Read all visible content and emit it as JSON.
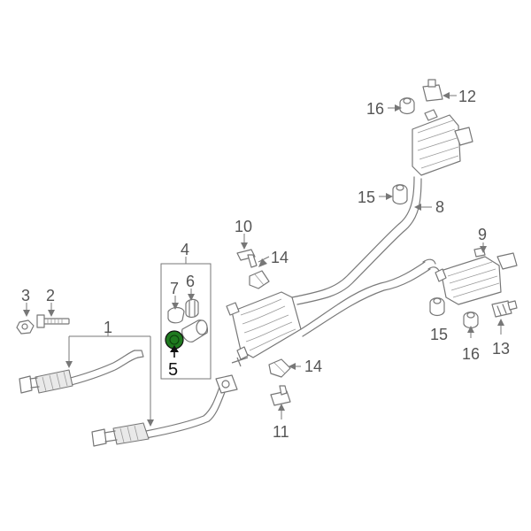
{
  "diagram": {
    "highlight_color": "#1f7a1f",
    "callouts": {
      "c1": "1",
      "c2": "2",
      "c3": "3",
      "c4": "4",
      "c5": "5",
      "c6": "6",
      "c7": "7",
      "c8": "8",
      "c9": "9",
      "c10": "10",
      "c11": "11",
      "c12": "12",
      "c13": "13",
      "c14a": "14",
      "c14b": "14",
      "c15a": "15",
      "c15b": "15",
      "c16a": "16",
      "c16b": "16"
    }
  }
}
